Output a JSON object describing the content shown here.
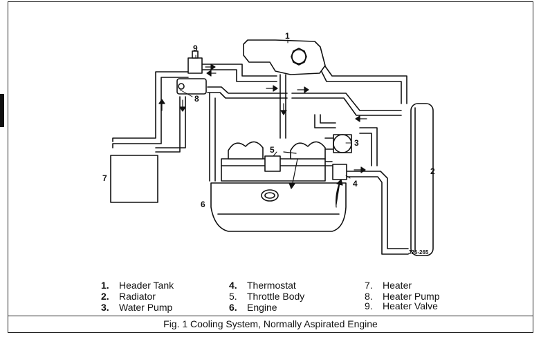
{
  "diagram": {
    "callouts": [
      "1",
      "2",
      "3",
      "4",
      "5",
      "6",
      "7",
      "8",
      "9"
    ],
    "ref_code": "J26-265"
  },
  "legend": [
    {
      "num": "1.",
      "label": "Header Tank",
      "bold": true
    },
    {
      "num": "2.",
      "label": "Radiator",
      "bold": true
    },
    {
      "num": "3.",
      "label": "Water Pump",
      "bold": true
    },
    {
      "num": "4.",
      "label": "Thermostat",
      "bold": true
    },
    {
      "num": "5.",
      "label": "Throttle Body",
      "bold": false
    },
    {
      "num": "6.",
      "label": "Engine",
      "bold": true
    },
    {
      "num": "7.",
      "label": "Heater",
      "bold": false
    },
    {
      "num": "8.",
      "label": "Heater Pump",
      "bold": false
    },
    {
      "num": "9.",
      "label": "Heater Valve",
      "bold": false
    }
  ],
  "caption": "Fig. 1  Cooling System, Normally Aspirated Engine"
}
